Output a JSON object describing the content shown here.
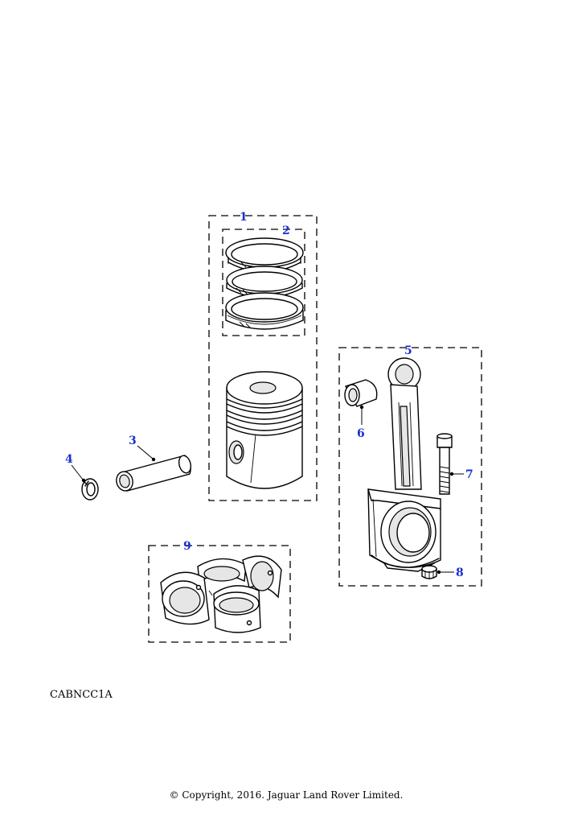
{
  "callouts": {
    "c1": "1",
    "c2": "2",
    "c3": "3",
    "c4": "4",
    "c5": "5",
    "c6": "6",
    "c7": "7",
    "c8": "8",
    "c9": "9"
  },
  "diagram_code": "CABNCC1A",
  "copyright": "© Copyright, 2016. Jaguar Land Rover Limited.",
  "colors": {
    "callout": "#1a2fd0",
    "line": "#000000",
    "background": "#ffffff"
  }
}
